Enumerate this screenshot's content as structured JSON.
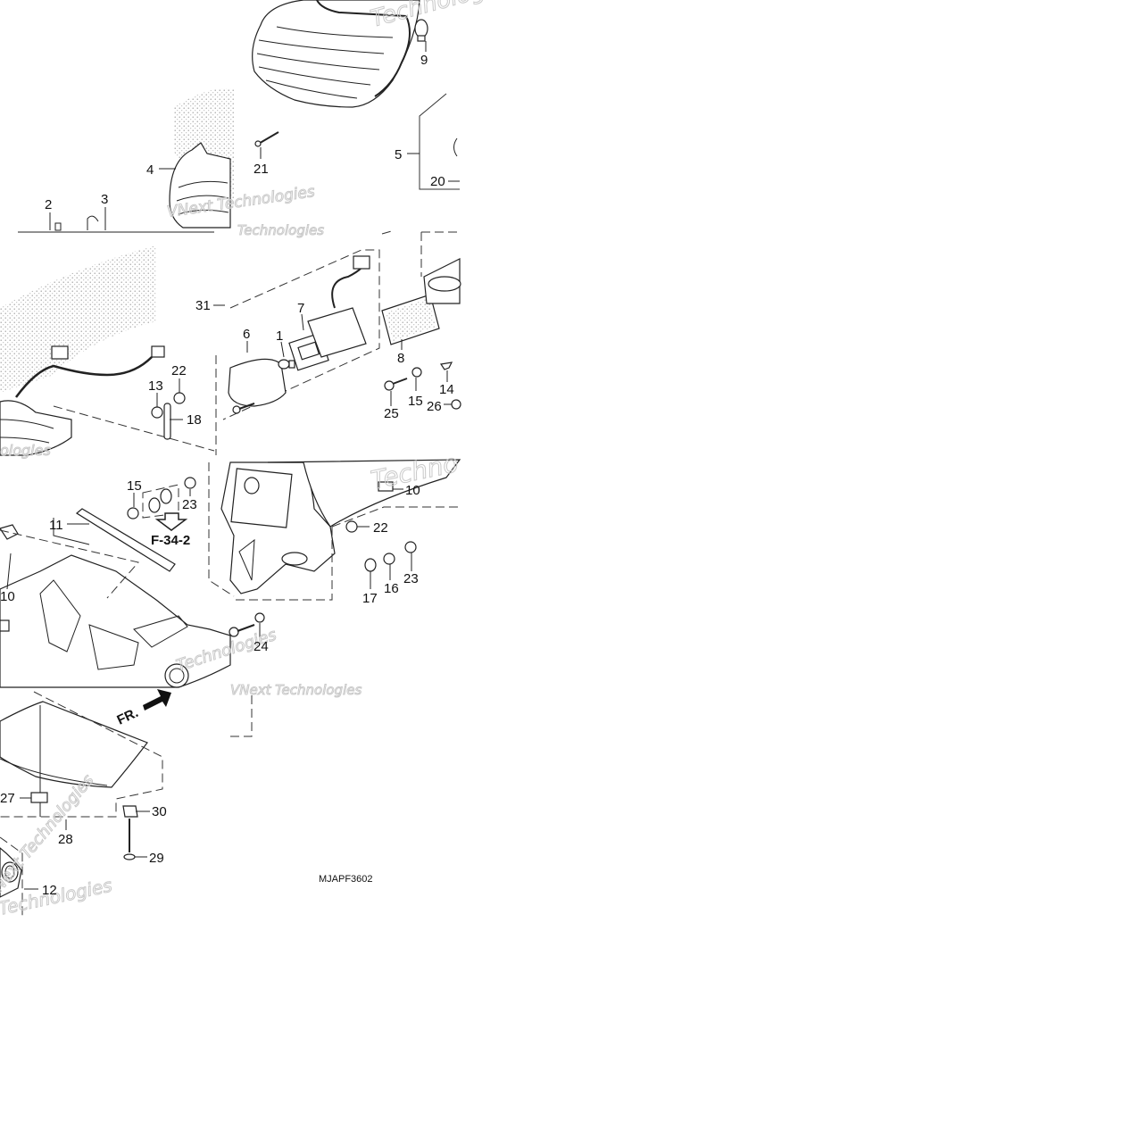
{
  "diagram": {
    "code": "MJAPF3602",
    "cross_ref": "F-34-2",
    "front_arrow": "FR.",
    "watermarks": [
      "Technologies",
      "VNext Technologies",
      "Technologies",
      "ologies",
      "Techno",
      "Technologies",
      "VNext Technologies",
      "Technologies",
      "Next Technologies"
    ],
    "callouts": {
      "c1": "1",
      "c2": "2",
      "c3": "3",
      "c4": "4",
      "c5": "5",
      "c6": "6",
      "c7": "7",
      "c8": "8",
      "c9": "9",
      "c10a": "10",
      "c10b": "10",
      "c11": "11",
      "c12": "12",
      "c13": "13",
      "c14": "14",
      "c15a": "15",
      "c15b": "15",
      "c16": "16",
      "c17": "17",
      "c18": "18",
      "c20": "20",
      "c21": "21",
      "c22a": "22",
      "c22b": "22",
      "c23a": "23",
      "c23b": "23",
      "c24": "24",
      "c25": "25",
      "c26": "26",
      "c27": "27",
      "c28": "28",
      "c29": "29",
      "c30": "30",
      "c31": "31"
    }
  }
}
